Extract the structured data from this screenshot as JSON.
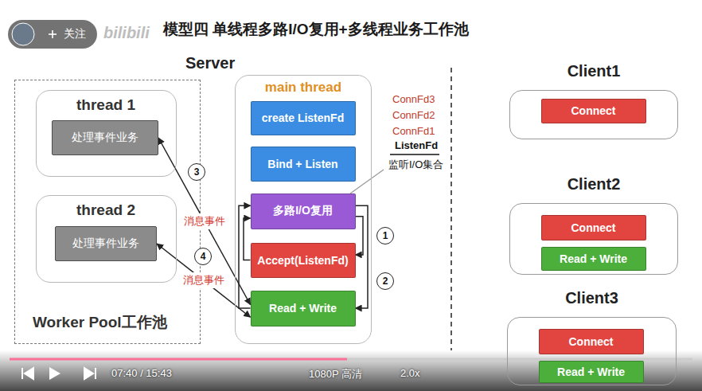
{
  "diagram": {
    "title": "模型四 单线程多路I/O复用+多线程业务工作池",
    "nodes": [
      {
        "text": [
          "Worker Pool工作池"
        ]
      },
      {
        "text": [
          "thread 1"
        ],
        "in": 0
      },
      {
        "text": [
          "处理事件业务"
        ],
        "in": 1
      },
      {
        "text": [
          "thread 2"
        ],
        "in": 0
      },
      {
        "text": [
          "处理事件业务"
        ],
        "in": 3
      },
      {
        "text": [
          "main thread"
        ]
      },
      {
        "text": [
          "create ListenFd"
        ],
        "in": 5
      },
      {
        "text": [
          "Bind + Listen"
        ],
        "in": 5
      },
      {
        "text": [
          "多路I/O复用"
        ],
        "in": 5
      },
      {
        "text": [
          "Accept(ListenFd)"
        ],
        "in": 5
      },
      {
        "text": [
          "Read + Write"
        ],
        "in": 5
      },
      {
        "text": [
          "Client1"
        ]
      },
      {
        "text": [
          "Connect"
        ],
        "in": 11
      },
      {
        "text": [
          "Client2"
        ]
      },
      {
        "text": [
          "Connect"
        ],
        "in": 13
      },
      {
        "text": [
          "Read + Write"
        ],
        "in": 13
      },
      {
        "text": [
          "Client3"
        ]
      },
      {
        "text": [
          "Connect"
        ],
        "in": 16
      },
      {
        "text": [
          "Read + Write"
        ],
        "in": 16
      }
    ],
    "edges": [
      {
        "from": 9,
        "to": 8,
        "arrow": "to"
      },
      {
        "from": 8,
        "to": 9,
        "arrow": "to"
      },
      {
        "from": 10,
        "to": 8,
        "arrow": "to"
      },
      {
        "from": 8,
        "to": 10,
        "arrow": "to"
      },
      {
        "from": 10,
        "to": 2,
        "label": "消息事件",
        "arrow": "both"
      },
      {
        "from": 10,
        "to": 4,
        "label": "消息事件",
        "arrow": "both"
      }
    ],
    "labels": [
      "Server",
      "ConnFd3",
      "ConnFd2",
      "ConnFd1",
      "ListenFd",
      "监听I/O集合",
      "1",
      "2",
      "3",
      "4",
      "bilibili",
      "关注",
      "07:40 / 15:43",
      "1080P 高清",
      "2.0x"
    ]
  }
}
